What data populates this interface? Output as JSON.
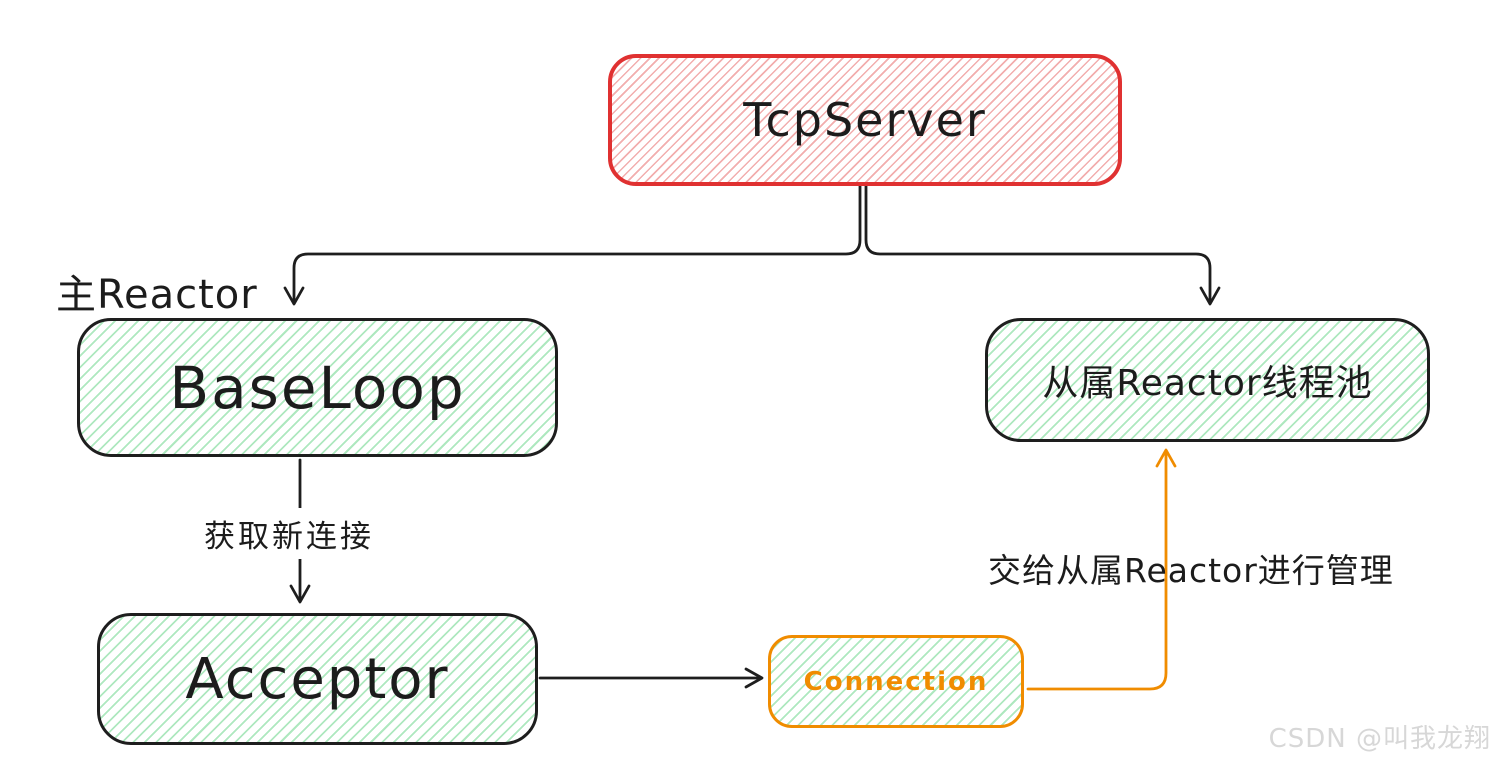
{
  "nodes": {
    "tcpserver": {
      "label": "TcpServer"
    },
    "baseloop": {
      "label": "BaseLoop"
    },
    "reactor_pool": {
      "label": "从属Reactor线程池"
    },
    "acceptor": {
      "label": "Acceptor"
    },
    "connection": {
      "label": "Connection"
    }
  },
  "annotations": {
    "main_reactor": "主Reactor"
  },
  "edges": [
    {
      "from": "TcpServer",
      "to": "BaseLoop",
      "label": ""
    },
    {
      "from": "TcpServer",
      "to": "从属Reactor线程池",
      "label": ""
    },
    {
      "from": "BaseLoop",
      "to": "Acceptor",
      "label": "获取新连接"
    },
    {
      "from": "Acceptor",
      "to": "Connection",
      "label": ""
    },
    {
      "from": "Connection",
      "to": "从属Reactor线程池",
      "label": "交给从属Reactor进行管理"
    }
  ],
  "watermark": "CSDN @叫我龙翔",
  "colors": {
    "stroke-black": "#1e1e1e",
    "stroke-red": "#e03131",
    "stroke-orange": "#f08c00",
    "hatch-red": "#f2aeae",
    "hatch-green": "#aee8bf",
    "text-black": "#1c1c1c",
    "watermark-gray": "#d7d7d7",
    "canvas-bg": "#ffffff"
  }
}
